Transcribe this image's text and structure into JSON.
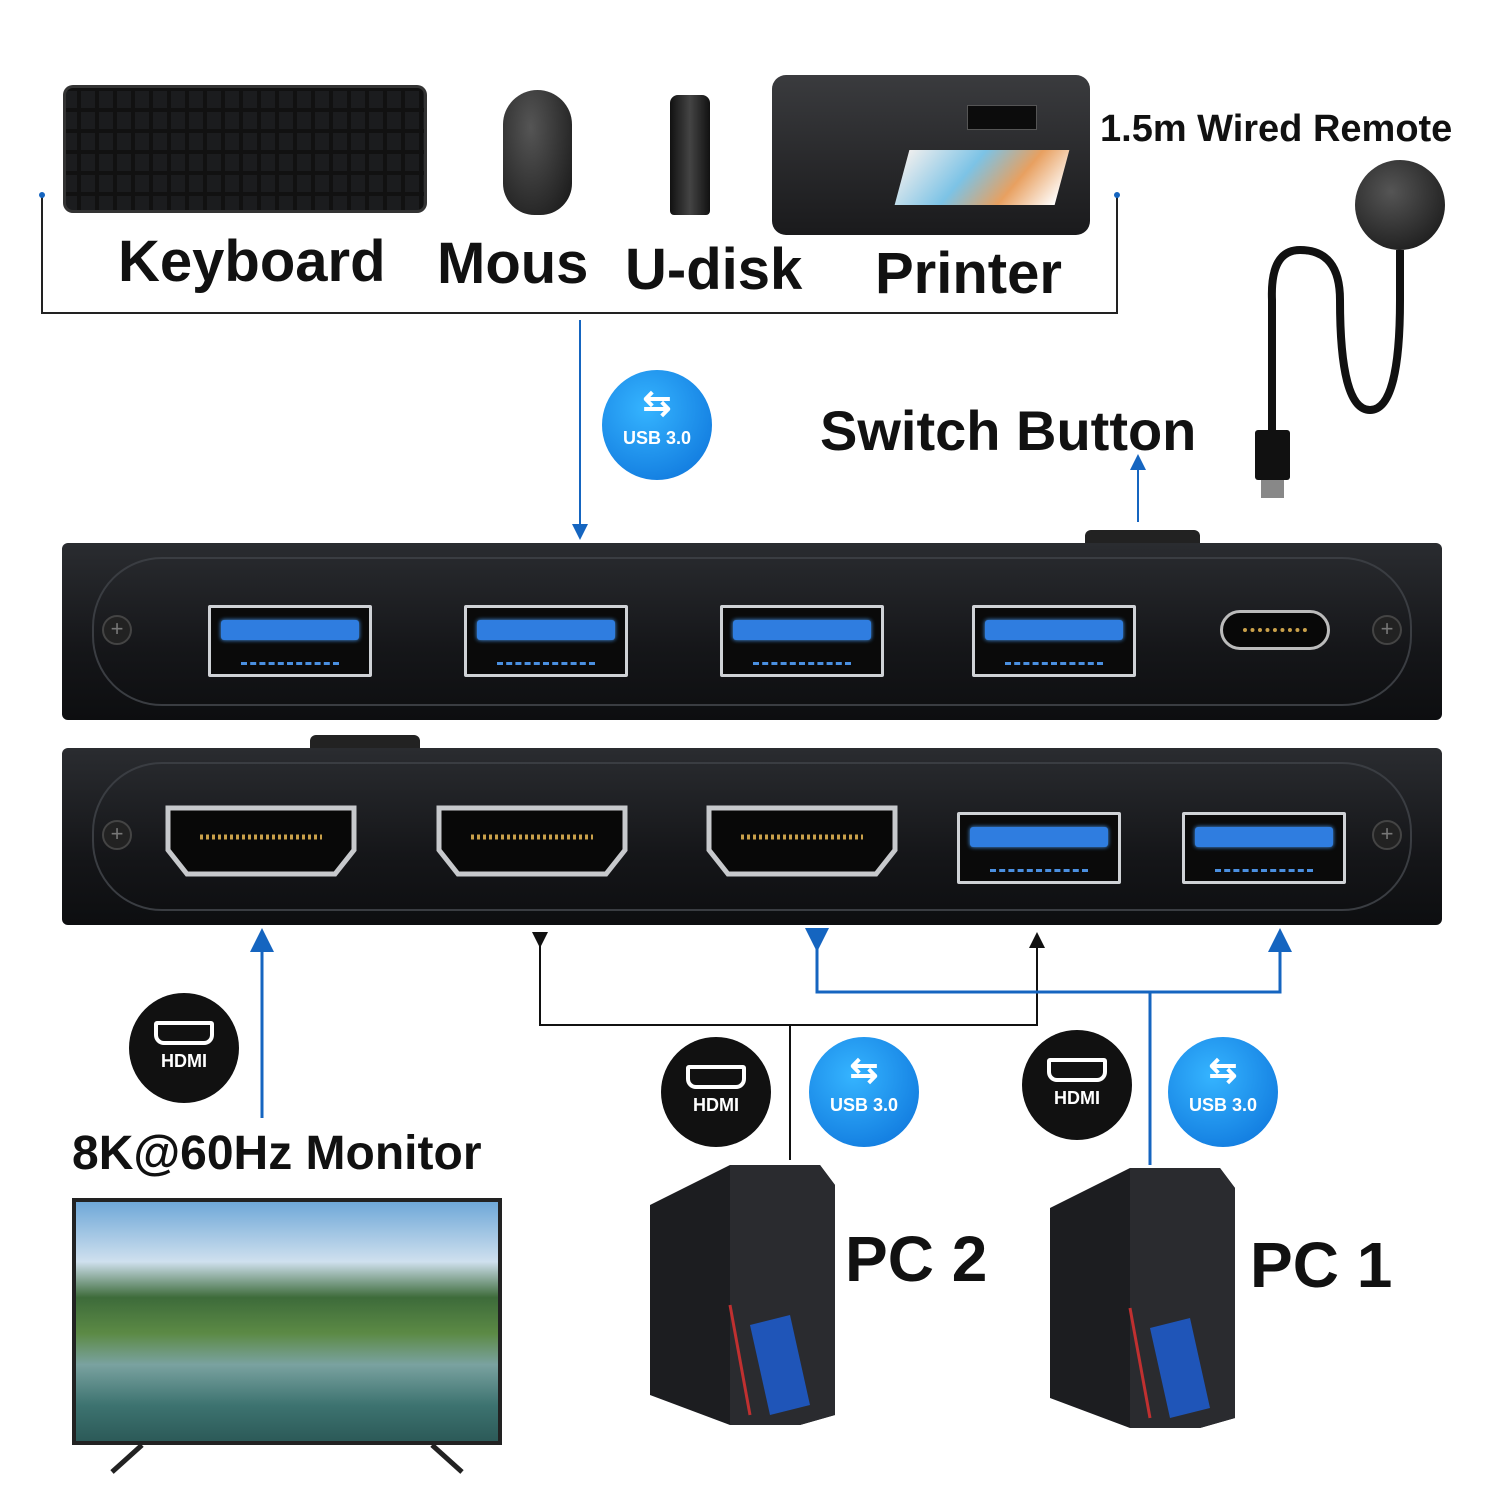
{
  "peripherals": {
    "keyboard": "Keyboard",
    "mouse": "Mous",
    "udisk": "U-disk",
    "printer": "Printer"
  },
  "remote": {
    "label": "1.5m Wired Remote"
  },
  "switch_button": {
    "label": "Switch Button"
  },
  "badges": {
    "usb": "USB 3.0",
    "hdmi": "HDMI"
  },
  "monitor": {
    "label": "8K@60Hz Monitor"
  },
  "pcs": [
    {
      "label": "PC 2"
    },
    {
      "label": "PC 1"
    }
  ],
  "colors": {
    "blue_line": "#1565c0",
    "usb_badge": "#1a8cf0",
    "black_line": "#111111",
    "device": "#1a1b1e"
  }
}
